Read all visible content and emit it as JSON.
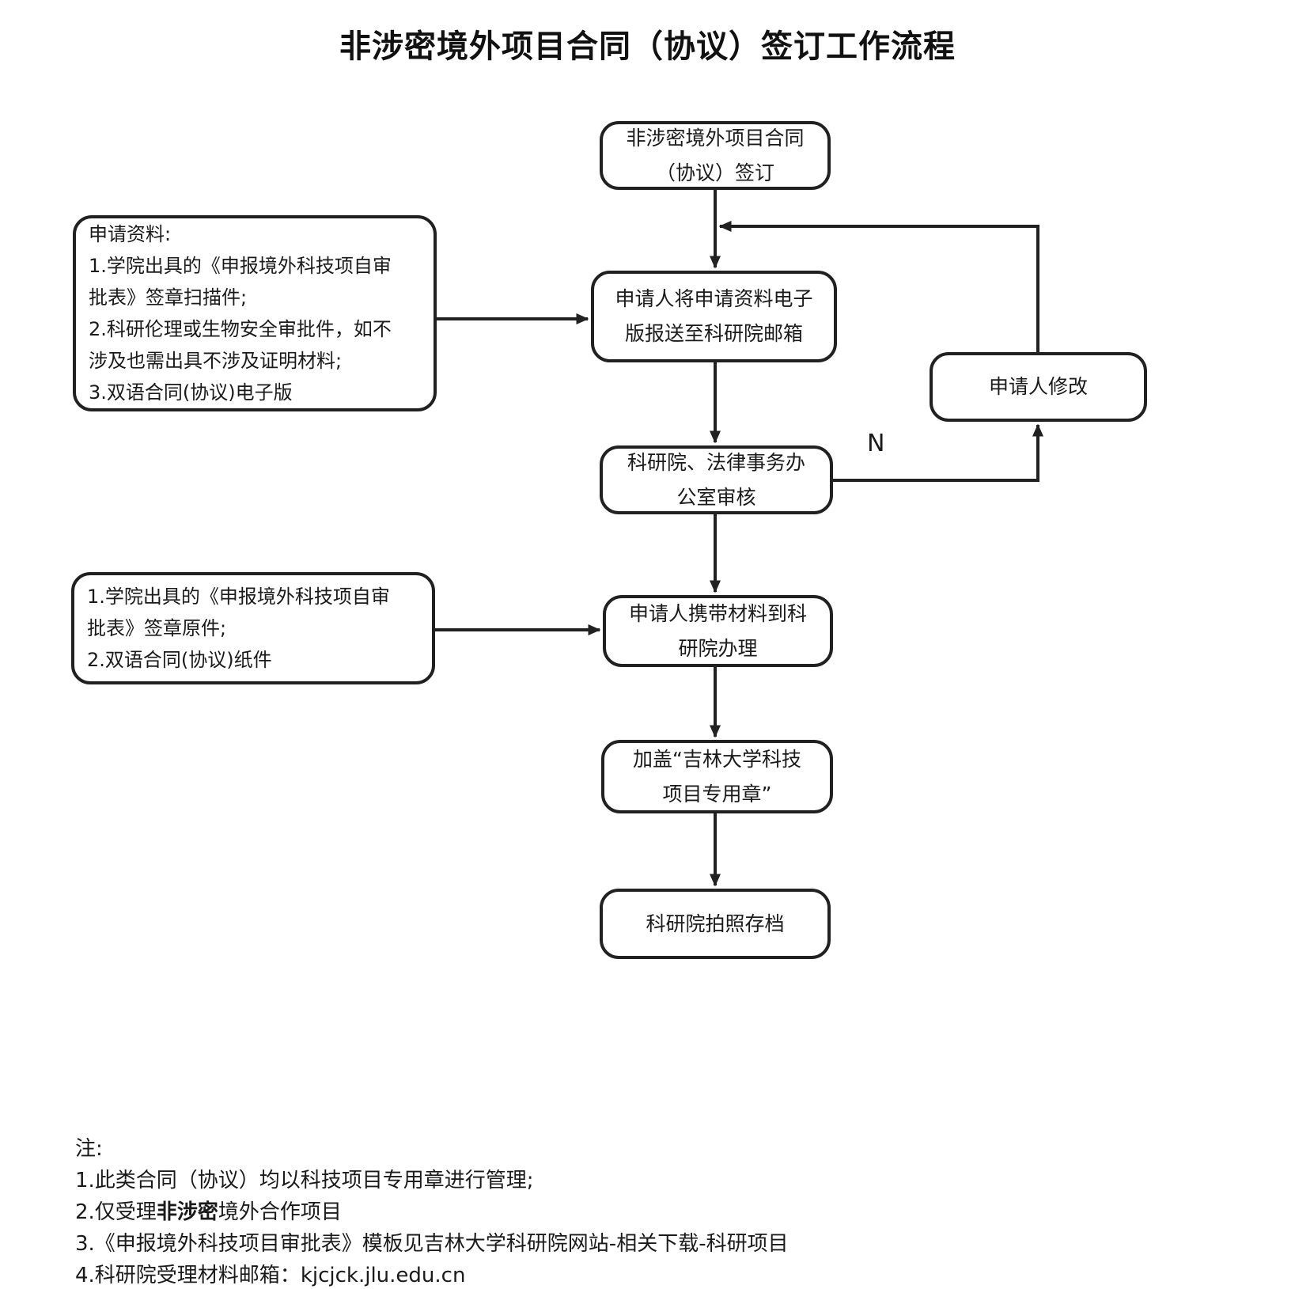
{
  "page": {
    "title": "非涉密境外项目合同（协议）签订工作流程"
  },
  "flowchart": {
    "nodes": {
      "start": {
        "lines": [
          "非涉密境外项目合同",
          "（协议）签订"
        ]
      },
      "materials_electronic": {
        "lines": [
          "申请资料:",
          "1.学院出具的《申报境外科技项自审",
          "批表》签章扫描件;",
          "2.科研伦理或生物安全审批件，如不",
          "涉及也需出具不涉及证明材料;",
          "3.双语合同(协议)电子版"
        ]
      },
      "submit": {
        "lines": [
          "申请人将申请资料电子",
          "版报送至科研院邮箱"
        ]
      },
      "modify": {
        "lines": [
          "申请人修改"
        ]
      },
      "review": {
        "lines": [
          "科研院、法律事务办",
          "公室审核"
        ]
      },
      "materials_paper": {
        "lines": [
          "1.学院出具的《申报境外科技项自审",
          "批表》签章原件;",
          "2.双语合同(协议)纸件"
        ]
      },
      "bring": {
        "lines": [
          "申请人携带材料到科",
          "研院办理"
        ]
      },
      "seal": {
        "lines": [
          "加盖“吉林大学科技",
          "项目专用章”"
        ]
      },
      "archive": {
        "lines": [
          "科研院拍照存档"
        ]
      }
    },
    "edge_labels": {
      "no": "N"
    }
  },
  "notes": {
    "heading": "注:",
    "item1": "1.此类合同（协议）均以科技项目专用章进行管理;",
    "item2_prefix": "2.仅受理",
    "item2_bold": "非涉密",
    "item2_suffix": "境外合作项目",
    "item3": "3.《申报境外科技项目审批表》模板见吉林大学科研院网站-相关下载-科研项目",
    "item4_label": "4.科研院受理材料邮箱：",
    "item4_email": "kjcjck.jlu.edu.cn"
  },
  "colors": {
    "ink": "#212121",
    "background": "#ffffff"
  }
}
